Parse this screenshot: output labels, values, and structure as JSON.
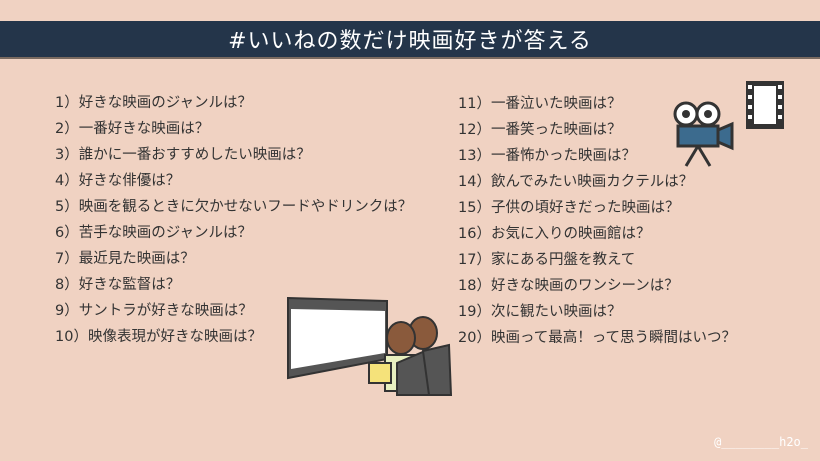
{
  "title": "#いいねの数だけ映画好きが答える",
  "left_questions": [
    "1）好きな映画のジャンルは？",
    "2）一番好きな映画は？",
    "3）誰かに一番おすすめしたい映画は？",
    "4）好きな俳優は？",
    "5）映画を観るときに欠かせないフードやドリンクは？",
    "6）苦手な映画のジャンルは？",
    "7）最近見た映画は？",
    "8）好きな監督は？",
    "9）サントラが好きな映画は？",
    "10）映像表現が好きな映画は？"
  ],
  "right_questions": [
    "11）一番泣いた映画は？",
    "12）一番笑った映画は？",
    "13）一番怖かった映画は？",
    "14）飲んでみたい映画カクテルは？",
    "15）子供の頃好きだった映画は？",
    "16）お気に入りの映画館は？",
    "17）家にある円盤を教えて",
    "18）好きな映画のワンシーンは？",
    "19）次に観たい映画は？",
    "20）映画って最高！って思う瞬間はいつ？"
  ],
  "handle": "@________h2o_"
}
